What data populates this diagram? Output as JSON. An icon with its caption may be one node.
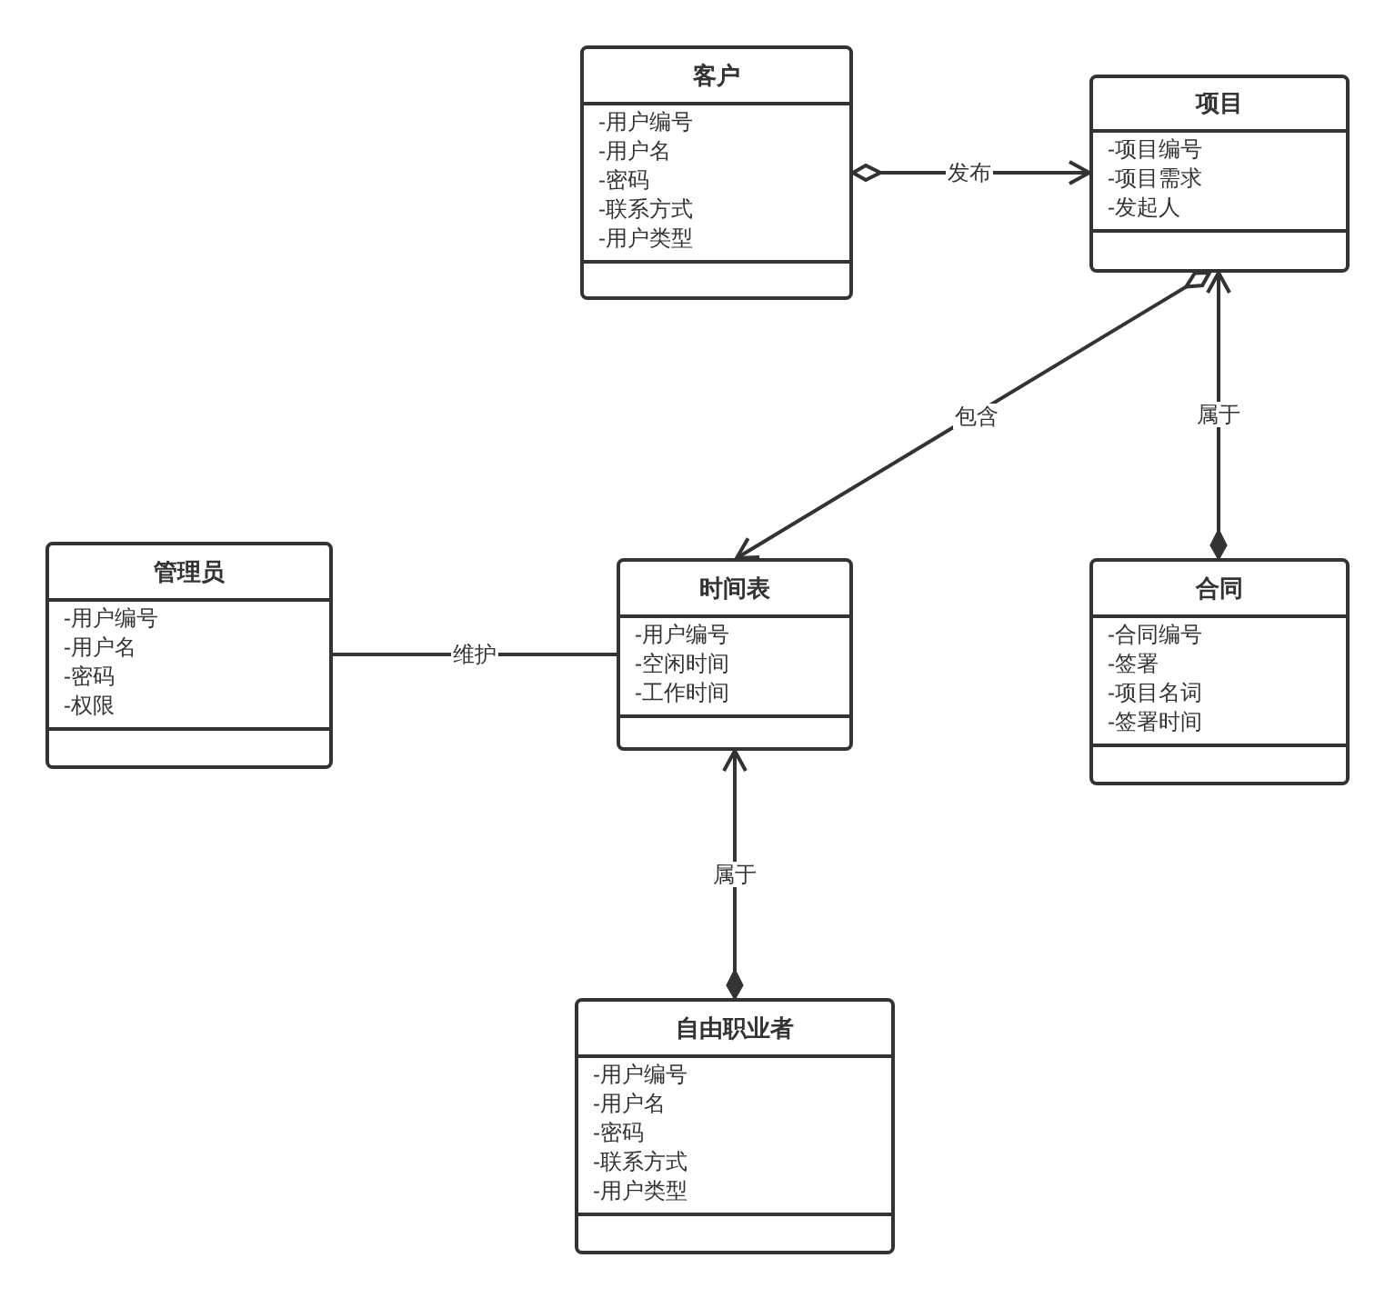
{
  "diagram": {
    "nodes": [
      {
        "text": [
          "客户",
          "-用户编号",
          "-用户名",
          "-密码",
          "-联系方式",
          "-用户类型"
        ]
      },
      {
        "text": [
          "项目",
          "-项目编号",
          "-项目需求",
          "-发起人"
        ]
      },
      {
        "text": [
          "管理员",
          "-用户编号",
          "-用户名",
          "-密码",
          "-权限"
        ]
      },
      {
        "text": [
          "时间表",
          "-用户编号",
          "-空闲时间",
          "-工作时间"
        ]
      },
      {
        "text": [
          "合同",
          "-合同编号",
          "-签署",
          "-项目名词",
          "-签署时间"
        ]
      },
      {
        "text": [
          "自由职业者",
          "-用户编号",
          "-用户名",
          "-密码",
          "-联系方式",
          "-用户类型"
        ]
      }
    ],
    "edges": [
      {
        "from": 0,
        "to": 1,
        "arrow": "to",
        "label": "发布"
      },
      {
        "from": 1,
        "to": 3,
        "arrow": "to",
        "label": "包含"
      },
      {
        "from": 4,
        "to": 1,
        "arrow": "to",
        "label": "属于"
      },
      {
        "from": 2,
        "to": 3,
        "arrow": "none",
        "label": "维护"
      },
      {
        "from": 5,
        "to": 3,
        "arrow": "to",
        "label": "属于"
      }
    ]
  }
}
